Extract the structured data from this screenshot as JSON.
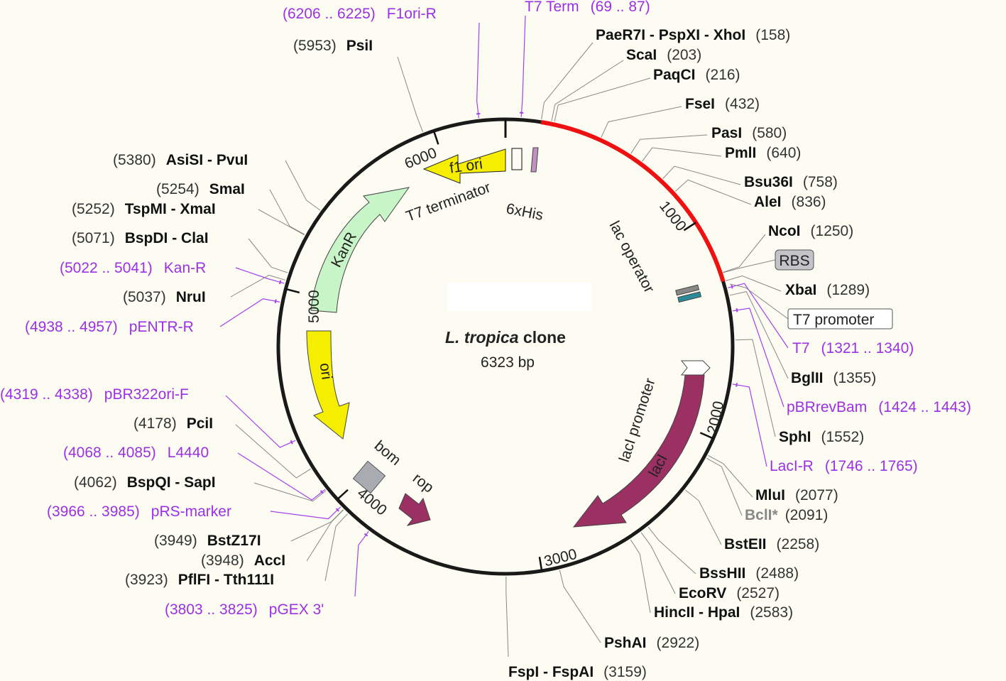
{
  "map": {
    "title_species": "L. tropica",
    "title_suffix": " clone",
    "size": "6323 bp",
    "total_bp": 6323,
    "ticks": [
      {
        "bp": 1000,
        "label": "1000"
      },
      {
        "bp": 2000,
        "label": "2000"
      },
      {
        "bp": 3000,
        "label": "3000"
      },
      {
        "bp": 4000,
        "label": "4000"
      },
      {
        "bp": 5000,
        "label": "5000"
      },
      {
        "bp": 6000,
        "label": "6000"
      }
    ],
    "highlight": {
      "start": 158,
      "end": 1289,
      "color": "#ee1111"
    },
    "colors": {
      "backbone": "#1a1a1a",
      "site_text": "#111111",
      "primer_text": "#9b30e6",
      "f1ori": "#f5ee00",
      "kanr": "#c8f5c8",
      "ori": "#f5ee00",
      "laci": "#9b3063",
      "rop": "#9b3063",
      "bom": "#a8acb0"
    }
  },
  "features": {
    "f1ori": "f1 ori",
    "kanr": "KanR",
    "ori": "ori",
    "laci": "lacI",
    "laci_promoter": "lacI promoter",
    "t7_terminator": "T7 terminator",
    "his": "6xHis",
    "lac_operator": "lac operator",
    "bom": "bom",
    "rop": "rop"
  },
  "labels": {
    "f1ori_r": {
      "pos": "(6206 .. 6225)",
      "name": "F1ori-R"
    },
    "t7term": {
      "name": "T7 Term",
      "pos": "(69 .. 87)"
    },
    "psii": {
      "pos": "(5953)",
      "name": "PsiI"
    },
    "paer7i": {
      "name": "PaeR7I - PspXI - XhoI",
      "pos": "(158)"
    },
    "scai": {
      "name": "ScaI",
      "pos": "(203)"
    },
    "paqci": {
      "name": "PaqCI",
      "pos": "(216)"
    },
    "fsei": {
      "name": "FseI",
      "pos": "(432)"
    },
    "pasi": {
      "name": "PasI",
      "pos": "(580)"
    },
    "pmli": {
      "name": "PmlI",
      "pos": "(640)"
    },
    "bsu36i": {
      "name": "Bsu36I",
      "pos": "(758)"
    },
    "alei": {
      "name": "AleI",
      "pos": "(836)"
    },
    "ncoi": {
      "name": "NcoI",
      "pos": "(1250)"
    },
    "rbs": {
      "name": "RBS"
    },
    "xbai": {
      "name": "XbaI",
      "pos": "(1289)"
    },
    "t7promoter": {
      "name": "T7 promoter"
    },
    "t7": {
      "name": "T7",
      "pos": "(1321 .. 1340)"
    },
    "bglii": {
      "name": "BglII",
      "pos": "(1355)"
    },
    "pbrrevbam": {
      "name": "pBRrevBam",
      "pos": "(1424 .. 1443)"
    },
    "sphi": {
      "name": "SphI",
      "pos": "(1552)"
    },
    "laci_r": {
      "name": "LacI-R",
      "pos": "(1746 .. 1765)"
    },
    "mlui": {
      "name": "MluI",
      "pos": "(2077)"
    },
    "bcli": {
      "name": "BclI*",
      "pos": "(2091)"
    },
    "bsteii": {
      "name": "BstEII",
      "pos": "(2258)"
    },
    "bsshii": {
      "name": "BssHII",
      "pos": "(2488)"
    },
    "ecorv": {
      "name": "EcoRV",
      "pos": "(2527)"
    },
    "hincii": {
      "name": "HincII - HpaI",
      "pos": "(2583)"
    },
    "pshai": {
      "name": "PshAI",
      "pos": "(2922)"
    },
    "fspi": {
      "name": "FspI - FspAI",
      "pos": "(3159)"
    },
    "asisi": {
      "pos": "(5380)",
      "name": "AsiSI - PvuI"
    },
    "smai": {
      "pos": "(5254)",
      "name": "SmaI"
    },
    "tspmi": {
      "pos": "(5252)",
      "name": "TspMI - XmaI"
    },
    "bspdi": {
      "pos": "(5071)",
      "name": "BspDI - ClaI"
    },
    "kan_r": {
      "pos": "(5022 .. 5041)",
      "name": "Kan-R"
    },
    "nrui": {
      "pos": "(5037)",
      "name": "NruI"
    },
    "pentr_r": {
      "pos": "(4938 .. 4957)",
      "name": "pENTR-R"
    },
    "pbr322ori": {
      "pos": "(4319 .. 4338)",
      "name": "pBR322ori-F"
    },
    "pcii": {
      "pos": "(4178)",
      "name": "PciI"
    },
    "l4440": {
      "pos": "(4068 .. 4085)",
      "name": "L4440"
    },
    "bspqi": {
      "pos": "(4062)",
      "name": "BspQI - SapI"
    },
    "prs_marker": {
      "pos": "(3966 .. 3985)",
      "name": "pRS-marker"
    },
    "bstz17i": {
      "pos": "(3949)",
      "name": "BstZ17I"
    },
    "acci": {
      "pos": "(3948)",
      "name": "AccI"
    },
    "pflfi": {
      "pos": "(3923)",
      "name": "PflFI - Tth111I"
    },
    "pgex3": {
      "pos": "(3803 .. 3825)",
      "name": "pGEX 3'"
    }
  }
}
